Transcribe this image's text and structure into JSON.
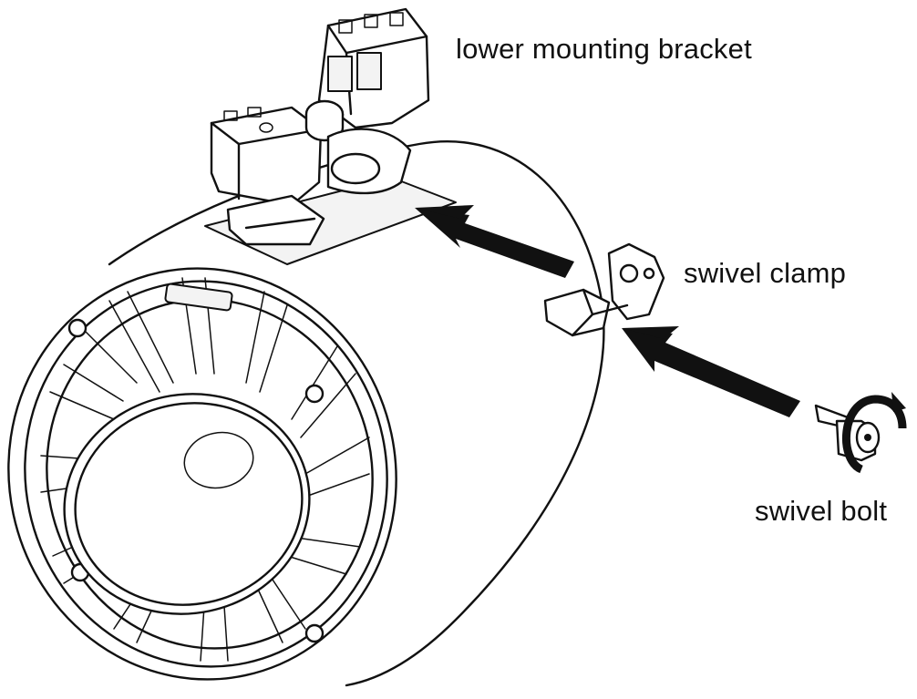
{
  "labels": {
    "bracket": "lower mounting bracket",
    "clamp": "swivel clamp",
    "bolt": "swivel bolt"
  },
  "colors": {
    "line": "#111111",
    "background": "#ffffff"
  },
  "icons": {
    "arrow_upper": "arrow-icon",
    "arrow_lower": "arrow-icon",
    "rotation": "rotate-arrow-icon"
  }
}
